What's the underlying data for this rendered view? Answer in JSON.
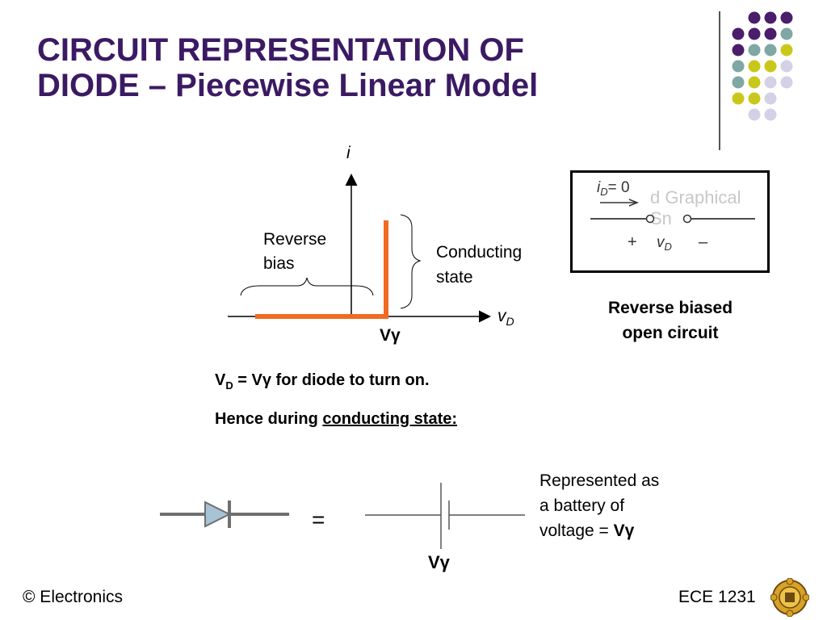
{
  "title": {
    "line1": "CIRCUIT REPRESENTATION OF",
    "line2": "DIODE – Piecewise Linear Model"
  },
  "colors": {
    "title": "#3b1a63",
    "characteristic": "#f26a21",
    "dot_purple": "#4a1e6b",
    "dot_teal": "#7fa7a4",
    "dot_yellow": "#c9c81a",
    "dot_lavender": "#d3d1e6"
  },
  "graph": {
    "y_axis_label": "i",
    "x_axis_label": "v",
    "x_axis_label_sub": "D",
    "reverse_bias_line1": "Reverse",
    "reverse_bias_line2": "bias",
    "conducting_line1": "Conducting",
    "conducting_line2": "state",
    "threshold": "Vγ"
  },
  "reverse_box": {
    "current_label": "i",
    "current_sub": "D",
    "current_value": "= 0",
    "plus": "+",
    "minus": "–",
    "voltage_label": "v",
    "voltage_sub": "D",
    "caption_line1": "Reverse biased",
    "caption_line2": "open circuit"
  },
  "turn_on": {
    "v": "V",
    "sub": "D",
    "rest": "= Vγ  for diode to turn on."
  },
  "hence": {
    "prefix": "Hence during ",
    "underlined": "conducting state:"
  },
  "equivalent": {
    "equals": "=",
    "battery_label": "Vγ",
    "desc_line1": "Represented as",
    "desc_line2": "a battery of",
    "desc_line3": "voltage = ",
    "desc_value": "Vγ"
  },
  "footer": {
    "left": "© Electronics",
    "right": "ECE 1231"
  }
}
